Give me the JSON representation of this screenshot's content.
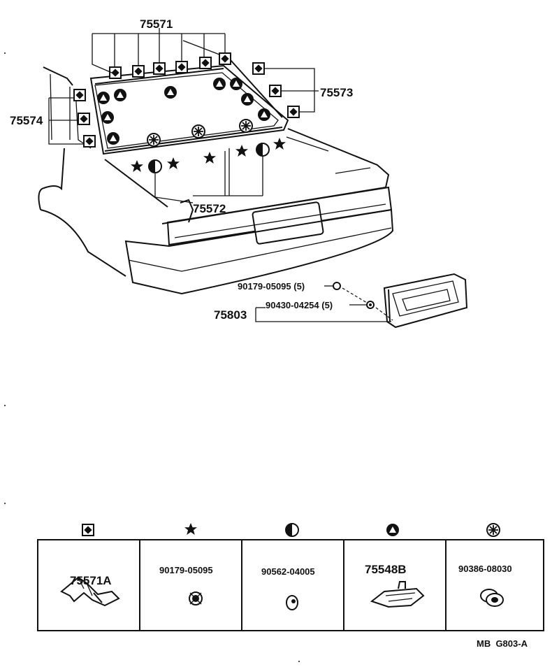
{
  "diagram": {
    "callouts": {
      "c75571": "75571",
      "c75573": "75573",
      "c75574": "75574",
      "c75572": "75572",
      "c75803": "75803",
      "screw": "90179-05095 (5)",
      "nut": "90430-04254 (5)"
    },
    "legend": [
      {
        "symbol": "diamond-square",
        "part": "75571A"
      },
      {
        "symbol": "star",
        "part": "90179-05095"
      },
      {
        "symbol": "half-circle",
        "part": "90562-04005"
      },
      {
        "symbol": "triangle-circle",
        "part": "75548B"
      },
      {
        "symbol": "asterisk-circle",
        "part": "90386-08030"
      }
    ],
    "code": "MB  G803-A"
  }
}
